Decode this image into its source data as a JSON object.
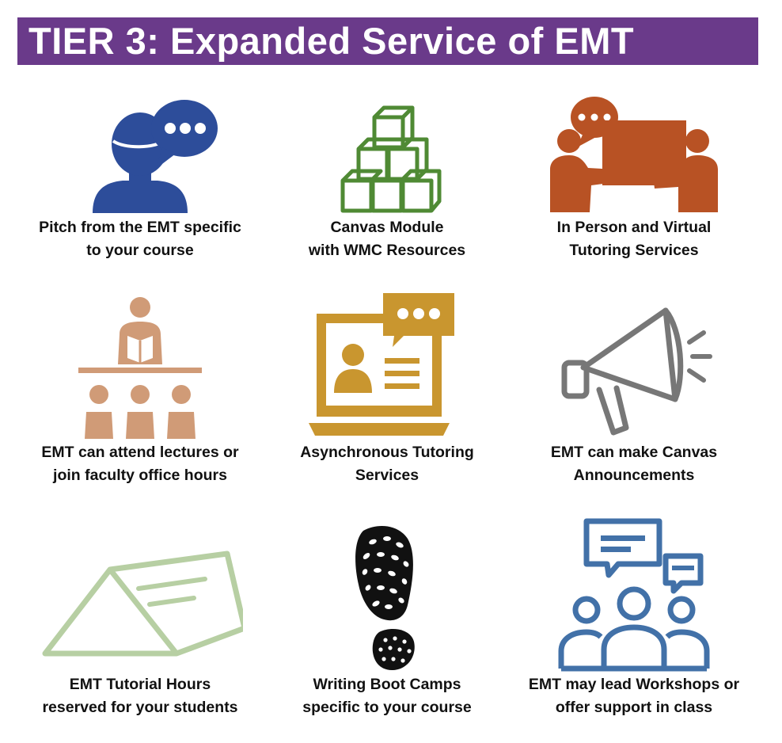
{
  "header": {
    "title": "TIER 3: Expanded Service of EMT"
  },
  "colors": {
    "banner": "#6a3a8a",
    "blue": "#2d4d9a",
    "green": "#4f8a34",
    "orange": "#b85224",
    "tan": "#d09b77",
    "gold": "#c9962f",
    "gray": "#777777",
    "sage": "#b7cfa3",
    "black": "#111111",
    "steel": "#4271a8"
  },
  "tiles": [
    {
      "icon": "person-speech-icon",
      "lines": [
        "Pitch from the EMT specific",
        "to your course"
      ]
    },
    {
      "icon": "stacked-blocks-icon",
      "lines": [
        "Canvas Module",
        "with WMC Resources"
      ]
    },
    {
      "icon": "tutoring-meeting-icon",
      "lines": [
        "In Person and Virtual",
        "Tutoring Services"
      ]
    },
    {
      "icon": "lecture-audience-icon",
      "lines": [
        "EMT can attend lectures or",
        "join faculty office hours"
      ]
    },
    {
      "icon": "laptop-chat-icon",
      "lines": [
        "Asynchronous Tutoring",
        "Services"
      ]
    },
    {
      "icon": "megaphone-icon",
      "lines": [
        "EMT can make Canvas",
        "Announcements"
      ]
    },
    {
      "icon": "name-tent-icon",
      "lines": [
        "EMT Tutorial Hours",
        "reserved for your students"
      ]
    },
    {
      "icon": "bootprint-icon",
      "lines": [
        "Writing Boot Camps",
        "specific to your course"
      ]
    },
    {
      "icon": "group-discussion-icon",
      "lines": [
        "EMT may lead Workshops or",
        "offer support in class"
      ]
    }
  ]
}
